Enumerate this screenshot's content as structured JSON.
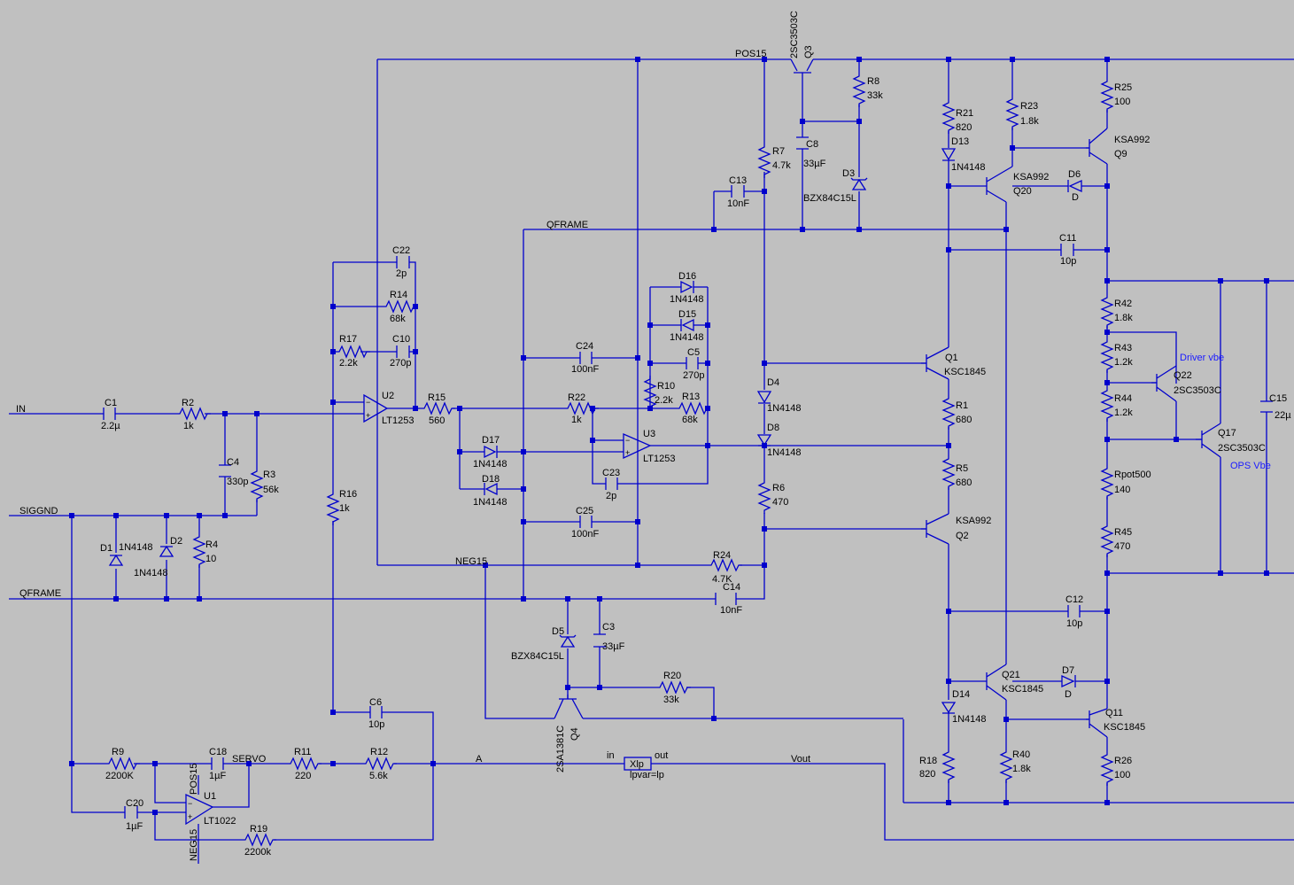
{
  "net_labels": {
    "in": "IN",
    "siggnd": "SIGGND",
    "qframe_left": "QFRAME",
    "qframe_top": "QFRAME",
    "pos15": "POS15",
    "neg15": "NEG15",
    "servo": "SERVO",
    "a": "A",
    "vout": "Vout",
    "in_port": "in",
    "out_port": "out",
    "pos15_u1": "POS15",
    "neg15_u1": "NEG15"
  },
  "components": {
    "C1": {
      "ref": "C1",
      "val": "2.2µ"
    },
    "R2": {
      "ref": "R2",
      "val": "1k"
    },
    "C4": {
      "ref": "C4",
      "val": "330p"
    },
    "R3": {
      "ref": "R3",
      "val": "56k"
    },
    "D1": {
      "ref": "D1",
      "val": "1N4148"
    },
    "D2": {
      "ref": "D2",
      "val": "1N4148"
    },
    "R4": {
      "ref": "R4",
      "val": "10"
    },
    "C22": {
      "ref": "C22",
      "val": "2p"
    },
    "R14": {
      "ref": "R14",
      "val": "68k"
    },
    "R17": {
      "ref": "R17",
      "val": "2.2k"
    },
    "C10": {
      "ref": "C10",
      "val": "270p"
    },
    "U2": {
      "ref": "U2",
      "val": "LT1253"
    },
    "R15": {
      "ref": "R15",
      "val": "560"
    },
    "R16": {
      "ref": "R16",
      "val": "1k"
    },
    "D17": {
      "ref": "D17",
      "val": "1N4148"
    },
    "D18": {
      "ref": "D18",
      "val": "1N4148"
    },
    "C24": {
      "ref": "C24",
      "val": "100nF"
    },
    "C25": {
      "ref": "C25",
      "val": "100nF"
    },
    "R22": {
      "ref": "R22",
      "val": "1k"
    },
    "C23": {
      "ref": "C23",
      "val": "2p"
    },
    "U3": {
      "ref": "U3",
      "val": "LT1253"
    },
    "D16": {
      "ref": "D16",
      "val": "1N4148"
    },
    "D15": {
      "ref": "D15",
      "val": "1N4148"
    },
    "C5": {
      "ref": "C5",
      "val": "270p"
    },
    "R10": {
      "ref": "R10",
      "val": "2.2k"
    },
    "R13": {
      "ref": "R13",
      "val": "68k"
    },
    "Q3": {
      "ref": "Q3",
      "val": "2SC3503C"
    },
    "R8": {
      "ref": "R8",
      "val": "33k"
    },
    "C8": {
      "ref": "C8",
      "val": "33µF"
    },
    "D3": {
      "ref": "D3",
      "val": "BZX84C15L"
    },
    "R7": {
      "ref": "R7",
      "val": "4.7k"
    },
    "C13": {
      "ref": "C13",
      "val": "10nF"
    },
    "D4": {
      "ref": "D4",
      "val": "1N4148"
    },
    "D8": {
      "ref": "D8",
      "val": "1N4148"
    },
    "R6": {
      "ref": "R6",
      "val": "470"
    },
    "R24": {
      "ref": "R24",
      "val": "4.7K"
    },
    "C14": {
      "ref": "C14",
      "val": "10nF"
    },
    "R21": {
      "ref": "R21",
      "val": "820"
    },
    "D13": {
      "ref": "D13",
      "val": "1N4148"
    },
    "R23": {
      "ref": "R23",
      "val": "1.8k"
    },
    "R25": {
      "ref": "R25",
      "val": "100"
    },
    "Q9": {
      "ref": "Q9",
      "val": "KSA992"
    },
    "Q20": {
      "ref": "Q20",
      "val": "KSA992"
    },
    "D6": {
      "ref": "D6",
      "val": "D"
    },
    "C11": {
      "ref": "C11",
      "val": "10p"
    },
    "Q1": {
      "ref": "Q1",
      "val": "KSC1845"
    },
    "R1": {
      "ref": "R1",
      "val": "680"
    },
    "R5": {
      "ref": "R5",
      "val": "680"
    },
    "Q2": {
      "ref": "Q2",
      "val": "KSA992"
    },
    "R42": {
      "ref": "R42",
      "val": "1.8k"
    },
    "R43": {
      "ref": "R43",
      "val": "1.2k"
    },
    "R44": {
      "ref": "R44",
      "val": "1.2k"
    },
    "Q22": {
      "ref": "Q22",
      "val": "2SC3503C"
    },
    "Q17": {
      "ref": "Q17",
      "val": "2SC3503C"
    },
    "Rpot500": {
      "ref": "Rpot500",
      "val": "140"
    },
    "R45": {
      "ref": "R45",
      "val": "470"
    },
    "C15": {
      "ref": "C15",
      "val": "22µ"
    },
    "C12": {
      "ref": "C12",
      "val": "10p"
    },
    "D5": {
      "ref": "D5",
      "val": "BZX84C15L"
    },
    "C3": {
      "ref": "C3",
      "val": "33µF"
    },
    "R20": {
      "ref": "R20",
      "val": "33k"
    },
    "Q4": {
      "ref": "Q4",
      "val": "2SA1381C"
    },
    "Q21": {
      "ref": "Q21",
      "val": "KSC1845"
    },
    "D7": {
      "ref": "D7",
      "val": "D"
    },
    "D14": {
      "ref": "D14",
      "val": "1N4148"
    },
    "R18": {
      "ref": "R18",
      "val": "820"
    },
    "R40": {
      "ref": "R40",
      "val": "1.8k"
    },
    "Q11": {
      "ref": "Q11",
      "val": "KSC1845"
    },
    "R26": {
      "ref": "R26",
      "val": "100"
    },
    "C6": {
      "ref": "C6",
      "val": "10p"
    },
    "R9": {
      "ref": "R9",
      "val": "2200K"
    },
    "C18": {
      "ref": "C18",
      "val": "1µF"
    },
    "R11": {
      "ref": "R11",
      "val": "220"
    },
    "R12": {
      "ref": "R12",
      "val": "5.6k"
    },
    "C20": {
      "ref": "C20",
      "val": "1µF"
    },
    "U1": {
      "ref": "U1",
      "val": "LT1022"
    },
    "R19": {
      "ref": "R19",
      "val": "2200k"
    },
    "XLP": {
      "ref": "Xlp",
      "val": "lpvar=lp"
    }
  },
  "annotations": {
    "driver_vbe": "Driver vbe",
    "ops_vbe": "OPS Vbe"
  },
  "colors": {
    "wire": "#0000cc",
    "background": "#c0c0c0",
    "annotation": "#1a1aff"
  }
}
